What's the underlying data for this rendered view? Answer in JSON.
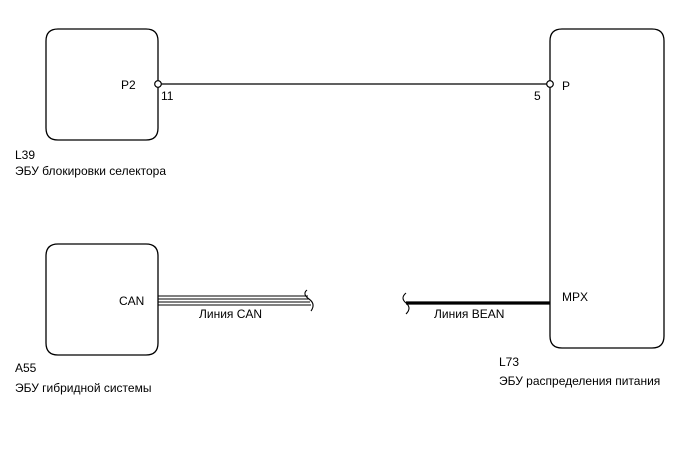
{
  "ecus": {
    "l39": {
      "code": "L39",
      "name": "ЭБУ блокировки селектора",
      "pin_name": "P2",
      "pin_number": "11"
    },
    "a55": {
      "code": "A55",
      "name": "ЭБУ гибридной системы",
      "pin_name": "CAN"
    },
    "l73": {
      "code": "L73",
      "name": "ЭБУ распределения питания",
      "pin_name_p": "P",
      "pin_number_p": "5",
      "pin_name_mpx": "MPX"
    }
  },
  "buses": {
    "can_label": "Линия CAN",
    "bean_label": "Линия BEAN"
  }
}
